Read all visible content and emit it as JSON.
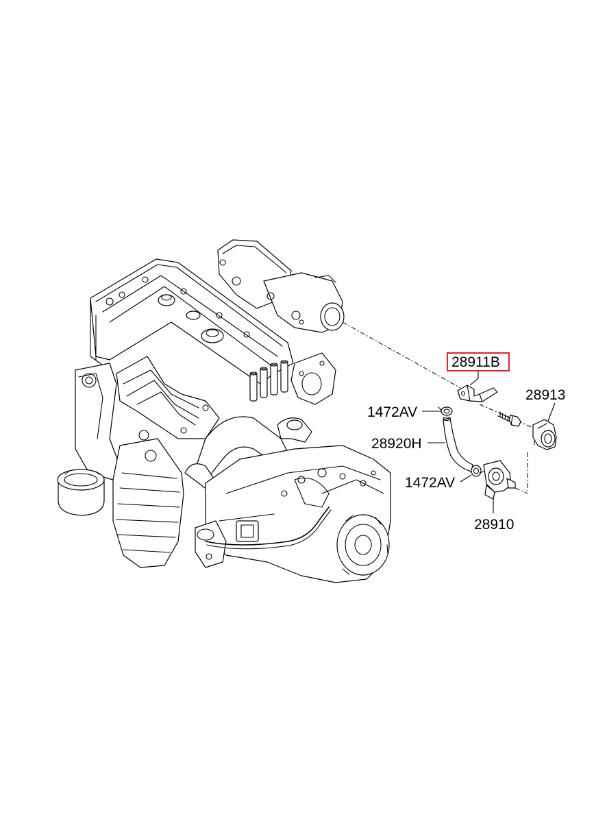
{
  "diagram": {
    "highlight_color": "#e8202a",
    "callouts": [
      {
        "id": "bracket",
        "label": "28911B",
        "highlighted": true
      },
      {
        "id": "cap",
        "label": "28913",
        "highlighted": false
      },
      {
        "id": "clamp-upper",
        "label": "1472AV",
        "highlighted": false
      },
      {
        "id": "hose",
        "label": "28920H",
        "highlighted": false
      },
      {
        "id": "clamp-lower",
        "label": "1472AV",
        "highlighted": false
      },
      {
        "id": "solenoid-valve",
        "label": "28910",
        "highlighted": false
      }
    ]
  }
}
